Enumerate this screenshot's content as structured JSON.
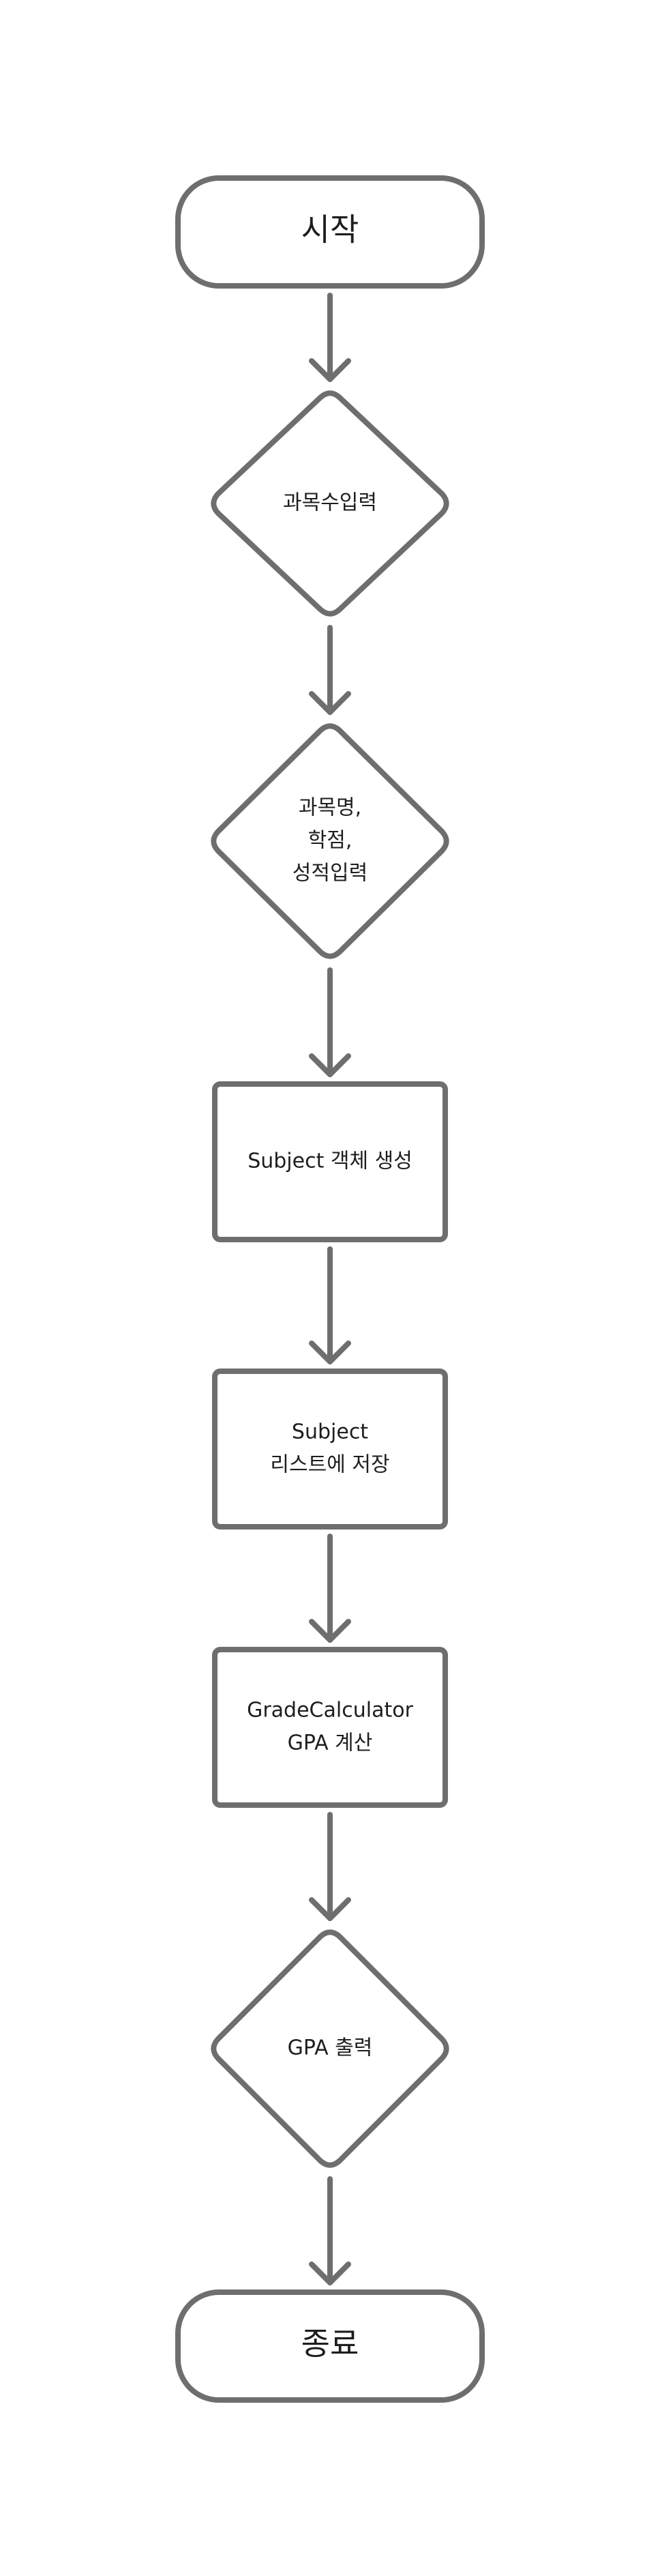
{
  "flowchart": {
    "nodes": [
      {
        "id": "start",
        "shape": "terminal",
        "lines": [
          "시작"
        ]
      },
      {
        "id": "input-count",
        "shape": "decision",
        "lines": [
          "과목수입력"
        ]
      },
      {
        "id": "input-details",
        "shape": "decision",
        "lines": [
          "과목명,",
          "학점,",
          "성적입력"
        ]
      },
      {
        "id": "create-subject",
        "shape": "process",
        "lines": [
          "Subject 객체 생성"
        ]
      },
      {
        "id": "save-list",
        "shape": "process",
        "lines": [
          "Subject",
          "리스트에 저장"
        ]
      },
      {
        "id": "calc-gpa",
        "shape": "process",
        "lines": [
          "GradeCalculator",
          "GPA 계산"
        ]
      },
      {
        "id": "print-gpa",
        "shape": "decision",
        "lines": [
          "GPA 출력"
        ]
      },
      {
        "id": "end",
        "shape": "terminal",
        "lines": [
          "종료"
        ]
      }
    ],
    "edges": [
      {
        "from": "start",
        "to": "input-count"
      },
      {
        "from": "input-count",
        "to": "input-details"
      },
      {
        "from": "input-details",
        "to": "create-subject"
      },
      {
        "from": "create-subject",
        "to": "save-list"
      },
      {
        "from": "save-list",
        "to": "calc-gpa"
      },
      {
        "from": "calc-gpa",
        "to": "print-gpa"
      },
      {
        "from": "print-gpa",
        "to": "end"
      }
    ]
  }
}
